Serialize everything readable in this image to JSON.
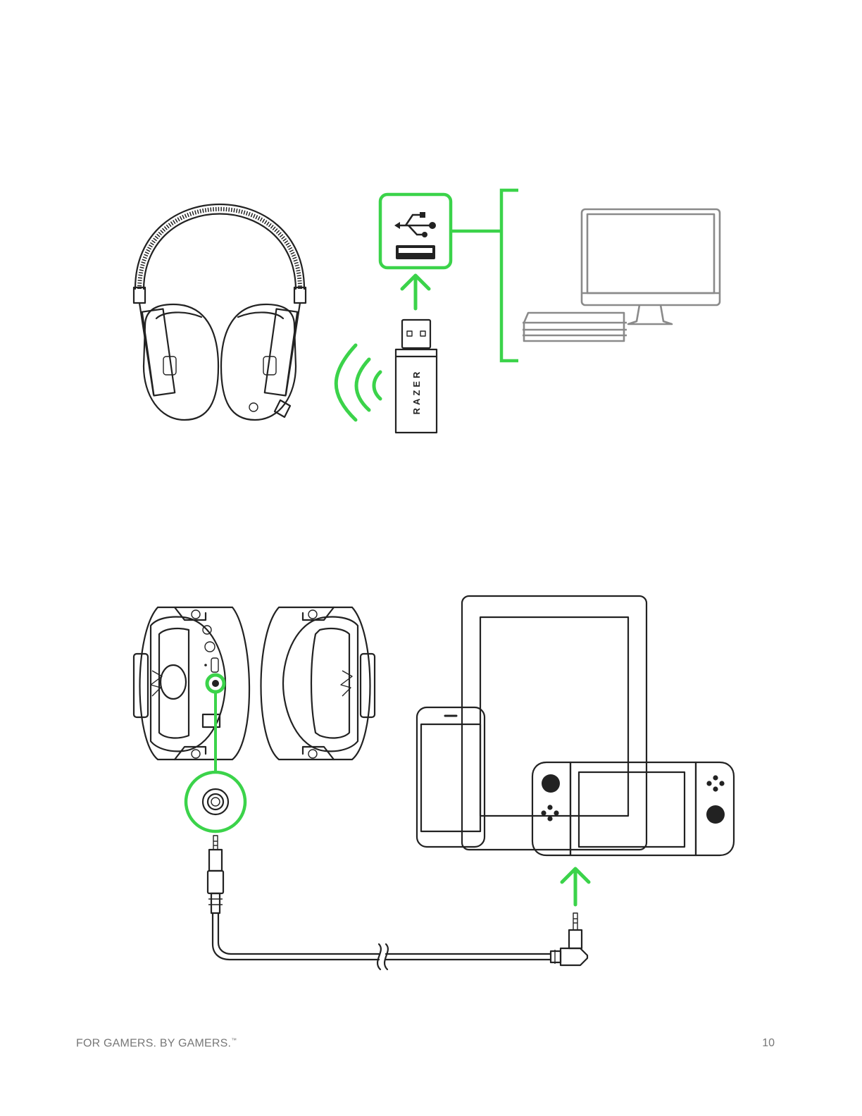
{
  "dongle": {
    "brand": "RAZER"
  },
  "footer": {
    "tagline": "FOR GAMERS. BY GAMERS.",
    "trademark": "™",
    "page_number": "10"
  },
  "colors": {
    "accent": "#3bd34a",
    "line": "#222222",
    "device_gray": "#8a8a8a",
    "footer_text": "#777777"
  }
}
